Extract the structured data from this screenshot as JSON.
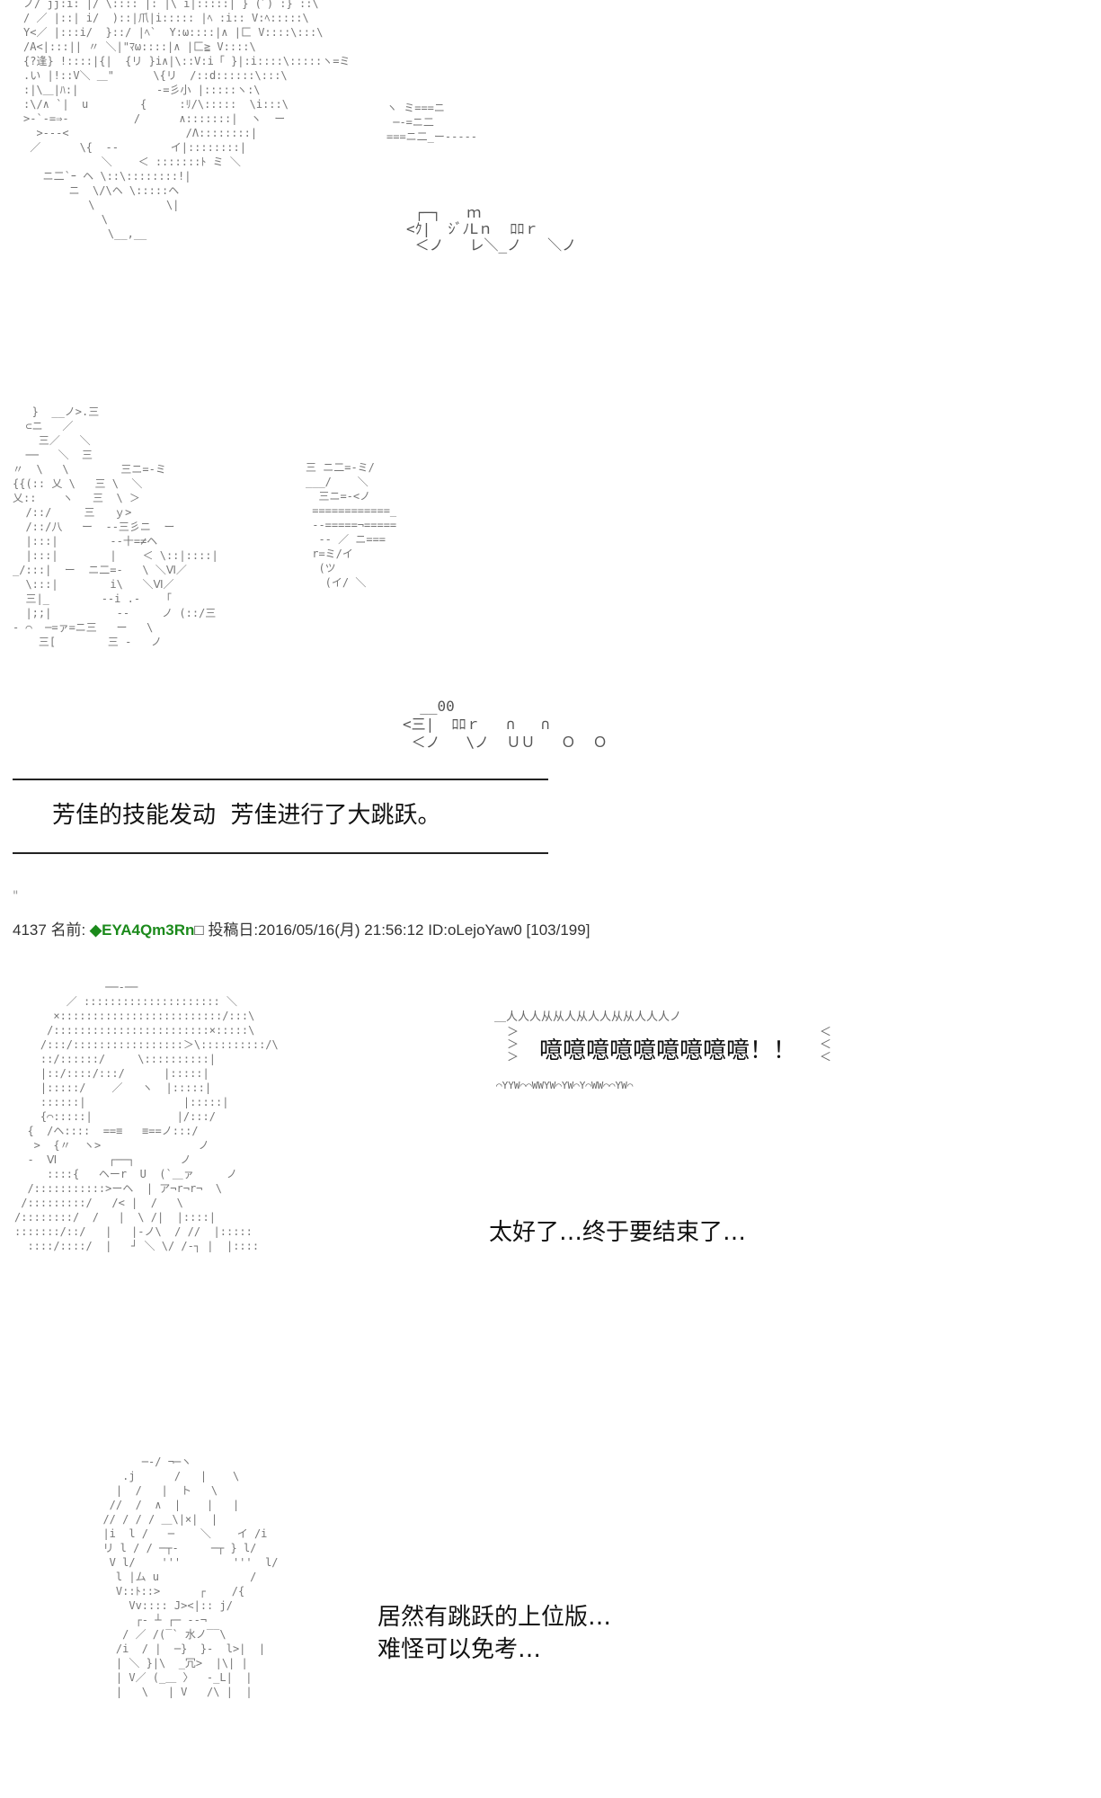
{
  "art": {
    "a1": "ノ/ jj:i: |/ \\:::: |: |\\ i|:::::| } (ﾟ) :} ::\\\n/ ／ |::| i/  )::|爪|i::::: |ﾍ :i:: V:ﾍ:::::\\\nY<／ |:::i/  }::/ |ﾍ`  Y:ω::::|∧ |匚 V::::\\:::\\\n/A<|:::|| 〃 ＼|\"ﾏω::::|∧ |匚≧ V::::\\\n{?逢} !::::|{|  {リ }i∧|\\::V:i「 }|:i::::\\:::::ヽ=ミ\n.い |!::V＼ ＿\"      \\{リ  /::d::::::\\:::\\\n:|\\＿|ﾊ:|            -=彡小 |:::::ヽ:\\\n:\\/∧ `|  u        {     :ﾘ/\\:::::  \\i:::\\\n>-`-=⇒-          /      ∧:::::::|  ヽ  ー\n  >-‐‐<                  /Λ::::::::|\n ／      \\{  -‐        イ|::::::::|\n            ＼    ＜ :::::::ﾄ ミ ＼\n   ニ二`ｰ ヘ \\::\\::::::::!|\n       ニ  \\/\\ヘ \\:::::ヘ\n          \\           \\|\n            \\\n             \\__,__",
    "a1_right": "ヽ ミ===ニ\n ─‐=ニ二\n===ニ二_ー‐-‐‐‐",
    "a1_sfx": " ┌─┐   ｍ\n<ｸ|  ｼﾞﾉLｎ  ﾛﾛｒ\n ＜ノ   レ＼_ノ   ＼ノ",
    "a2": "   }  __ノ>.三\n  ⊂ニ   ／\n    三／   ＼\n  ──   ＼  三\n〃  \\   \\        三ニ=-ミ\n{{(:: 乂 \\   三 \\  ＼\n乂::    ヽ   三  \\ ＞\n  /::/     三   ｙ>\n  /::/八   ー  -‐三彡ニ  ー\n  |:::|        ‐‐十=≠ヘ\n  |:::|        |    ＜ \\::|::::|\n_/:::|  ー  ニ二=-   \\ ＼Ⅵ／\n  \\:::|        i\\   ＼Ⅵ／\n  三|_        ‐‐i .-    ｢\n  |;;|          ‐‐     ノ (::/三\n- ⌒  ─=ァ=ニ三   ー   \\\n    三[        三 ‐   ノ",
    "a2_right": "三 ニ二=-ミ/\n___/    ＼\n  三ニ=-<ノ\n ============_\n --=====¬=====\n  -- ／ ニ===\n r=ミ/イ\n  (ツ\n   (イ/ ＼",
    "a2_sfx": "  __00\n<三|  ﾛﾛｒ   ∩   ∩\n ＜ノ   \\ノ  ＵＵ   Ｏ  Ｏ",
    "a3": "              ──‐──\n        ／ ::::::::::::::::::::: ＼\n      ×:::::::::::::::::::::::::/:::\\\n     /::::::::::::::::::::::::×:::::\\\n    /:::/:::::::::::::::::＞\\::::::::::/\\\n    ::/::::::/     \\::::::::::|\n    |::/::::/:::/      |:::::|\n    |:::::/    ／   ヽ  |:::::|\n    ::::::|               |:::::|\n    {⌒:::::|             |/:::/\n  {  /ヘ::::  ==≡   ≡==ノ:::/\n   >  {〃  ヽ>               ノ\n  -  Ⅵ        ┌──┐       ノ\n     ::::{   ヘーr  U  (`＿ァ     ノ\n  /:::::::::::>ーヘ  | ア¬r¬r¬  \\\n /:::::::::/   /< |  /   \\\n/::::::::/  /   |  \\ /|  |::::|\n:::::::/::/   |   |-ノ\\  / //  |:::::\n  ::::/::::/  |   ┘ ＼ \\/ /-┐ |  |::::",
    "a4": "        ─‐/ ¬─ヽ\n     .j      /   |    \\\n    |  /   |  ト   \\\n   //  /  ∧  |    |   |\n  // / / / ＿\\|×|  |\n  |i  l /   ─    ＼    イ /i\n  リ l / / ─┬‐     ─┬ } l/\n   V l/    '''        '''  l/\n    l |ム u              /\n    V::ﾄ::>      ┌    /{\n      Vv:::: J><|:: j/\n       ┌‐ ┴ ┌─ ‐‐¬\n     / ／ /(‾` 水ノ‾‾\\\n    /i  / |  ─}  }‐  l>|  |\n    | ＼ }|\\  _冗>  |\\| |\n    | V／ (_＿ 〉  ‐_L|  |\n    |   \\   | V   /\\ |  |"
  },
  "separator_caption": "芳佳的技能发动  芳佳进行了大跳跃。",
  "small_mark": "\"",
  "post": {
    "number": "4137",
    "name_label": "名前:",
    "trip": "◆EYA4Qm3Rn",
    "box": "□",
    "date_label": "投稿日:",
    "date": "2016/05/16(月) 21:56:12",
    "id": "ID:oLejoYaw0",
    "counter": "[103/199]"
  },
  "bubble": {
    "top": "＿人人人从从人从人人从从人人人ノ",
    "text": "噫噫噫噫噫噫噫噫噫！！",
    "bottom": "⌒YYW⌒⌒WWYW⌒YW⌒Y⌒WW⌒⌒YW⌒"
  },
  "line_relief": "太好了…终于要结束了…",
  "line_skill_1": "居然有跳跃的上位版…",
  "line_skill_2": "难怪可以免考…"
}
